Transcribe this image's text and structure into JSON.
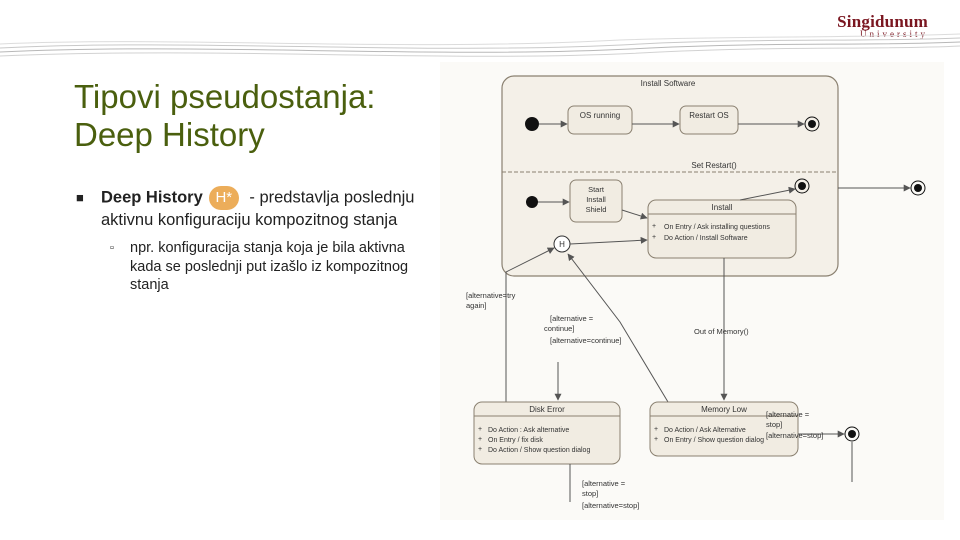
{
  "logo": {
    "main": "Singidunum",
    "sub": "University"
  },
  "title": {
    "line1": "Tipovi pseudostanja:",
    "line2": "Deep History"
  },
  "bullet1": {
    "bold": "Deep History",
    "icon_text": "H*",
    "rest": " - predstavlja poslednju aktivnu konfiguraciju kompozitnog stanja"
  },
  "bullet2": {
    "text": "npr. konfiguracija stanja koja je bila aktivna kada se poslednji put izašlo iz kompozitnog stanja"
  },
  "diagram": {
    "composite_title": "Install Software",
    "states": {
      "os_running": "OS running",
      "restart_os": "Restart OS",
      "start_install_shield": [
        "Start",
        "Install",
        "Shield"
      ],
      "install": "Install",
      "disk_error": "Disk Error",
      "memory_low": "Memory Low"
    },
    "install_actions": [
      "On Entry / Ask installing questions",
      "Do Action / Install Software"
    ],
    "disk_error_actions": [
      "Do Action : Ask alternative",
      "On Entry / fix disk",
      "Do Action / Show question dialog"
    ],
    "memory_low_actions": [
      "Do Action / Ask Alternative",
      "On Entry / Show question dialog"
    ],
    "history_label": "H",
    "transitions": {
      "set_restart": "Set Restart()",
      "try_again": [
        "[alternative=try",
        "again]"
      ],
      "continue": [
        "[alternative =",
        "continue]",
        "[alternative=continue]"
      ],
      "out_of_memory": "Out of Memory()",
      "stop_memory": [
        "[alternative =",
        "stop]",
        "[alternative=stop]"
      ],
      "stop_disk": [
        "[alternative =",
        "stop]",
        "[alternative=stop]"
      ]
    },
    "colors": {
      "state_fill": "#f1ece2",
      "state_stroke": "#8a8070",
      "line": "#555555"
    }
  }
}
